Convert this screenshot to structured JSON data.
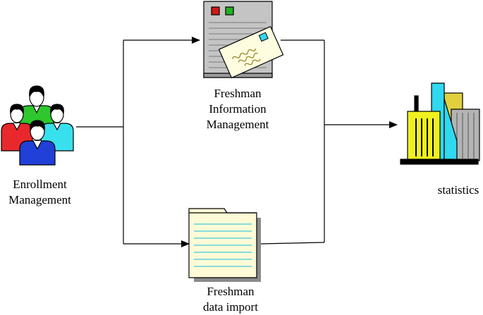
{
  "nodes": {
    "enrollment": {
      "label_lines": [
        "Enrollment",
        "Management"
      ],
      "icon": "people-group-icon"
    },
    "info_mgmt": {
      "label_lines": [
        "Freshman",
        "Information",
        "Management"
      ],
      "icon": "server-with-envelope-icon"
    },
    "data_import": {
      "label_lines": [
        "Freshman",
        "data import"
      ],
      "icon": "document-icon"
    },
    "statistics": {
      "label_lines": [
        "statistics"
      ],
      "icon": "city-buildings-icon"
    }
  },
  "edges": [
    {
      "from": "enrollment",
      "to": "info_mgmt"
    },
    {
      "from": "enrollment",
      "to": "data_import"
    },
    {
      "from": "info_mgmt",
      "to": "statistics"
    },
    {
      "from": "data_import",
      "to": "statistics"
    }
  ],
  "colors": {
    "line": "#000000",
    "person_red": "#e8282c",
    "person_green": "#2ec82e",
    "person_cyan": "#38e0ee",
    "person_blue": "#2040d8",
    "server": "#c0c0c0",
    "envelope": "#fffde0",
    "document": "#fffbd6",
    "doc_lines": "#40c8e0",
    "building_yellow": "#f0f020",
    "building_cyan": "#30d8f0",
    "building_gray": "#b4b4b4"
  }
}
